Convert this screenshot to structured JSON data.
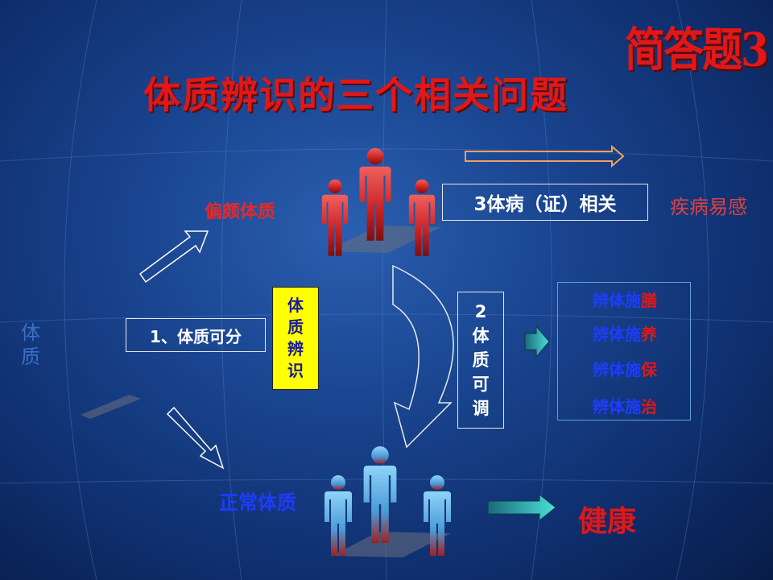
{
  "slide": {
    "title": "体质辨识的三个相关问题",
    "badge": "简答题3",
    "side_label": "体质",
    "biased_label": "偏颇体质",
    "normal_label": "正常体质",
    "disease_label": "疾病易感",
    "health_label": "健康",
    "classify_box": "1、体质可分",
    "identify_box": "体质辨识",
    "related_box": "3体病（证）相关",
    "adjust_box": "2体质可调",
    "methods": [
      {
        "prefix": "辨体施",
        "suffix": "膳"
      },
      {
        "prefix": "辨体施",
        "suffix": "养"
      },
      {
        "prefix": "辨体施",
        "suffix": "保"
      },
      {
        "prefix": "辨体施",
        "suffix": "治"
      }
    ],
    "colors": {
      "title": "#e01818",
      "biased_figures": "#d42a2a",
      "normal_figures": "#5fb4e8",
      "arrow_teal": "#3ac8c0",
      "arrow_orange": "#f0a060",
      "highlight_box": "#ffff00"
    }
  }
}
